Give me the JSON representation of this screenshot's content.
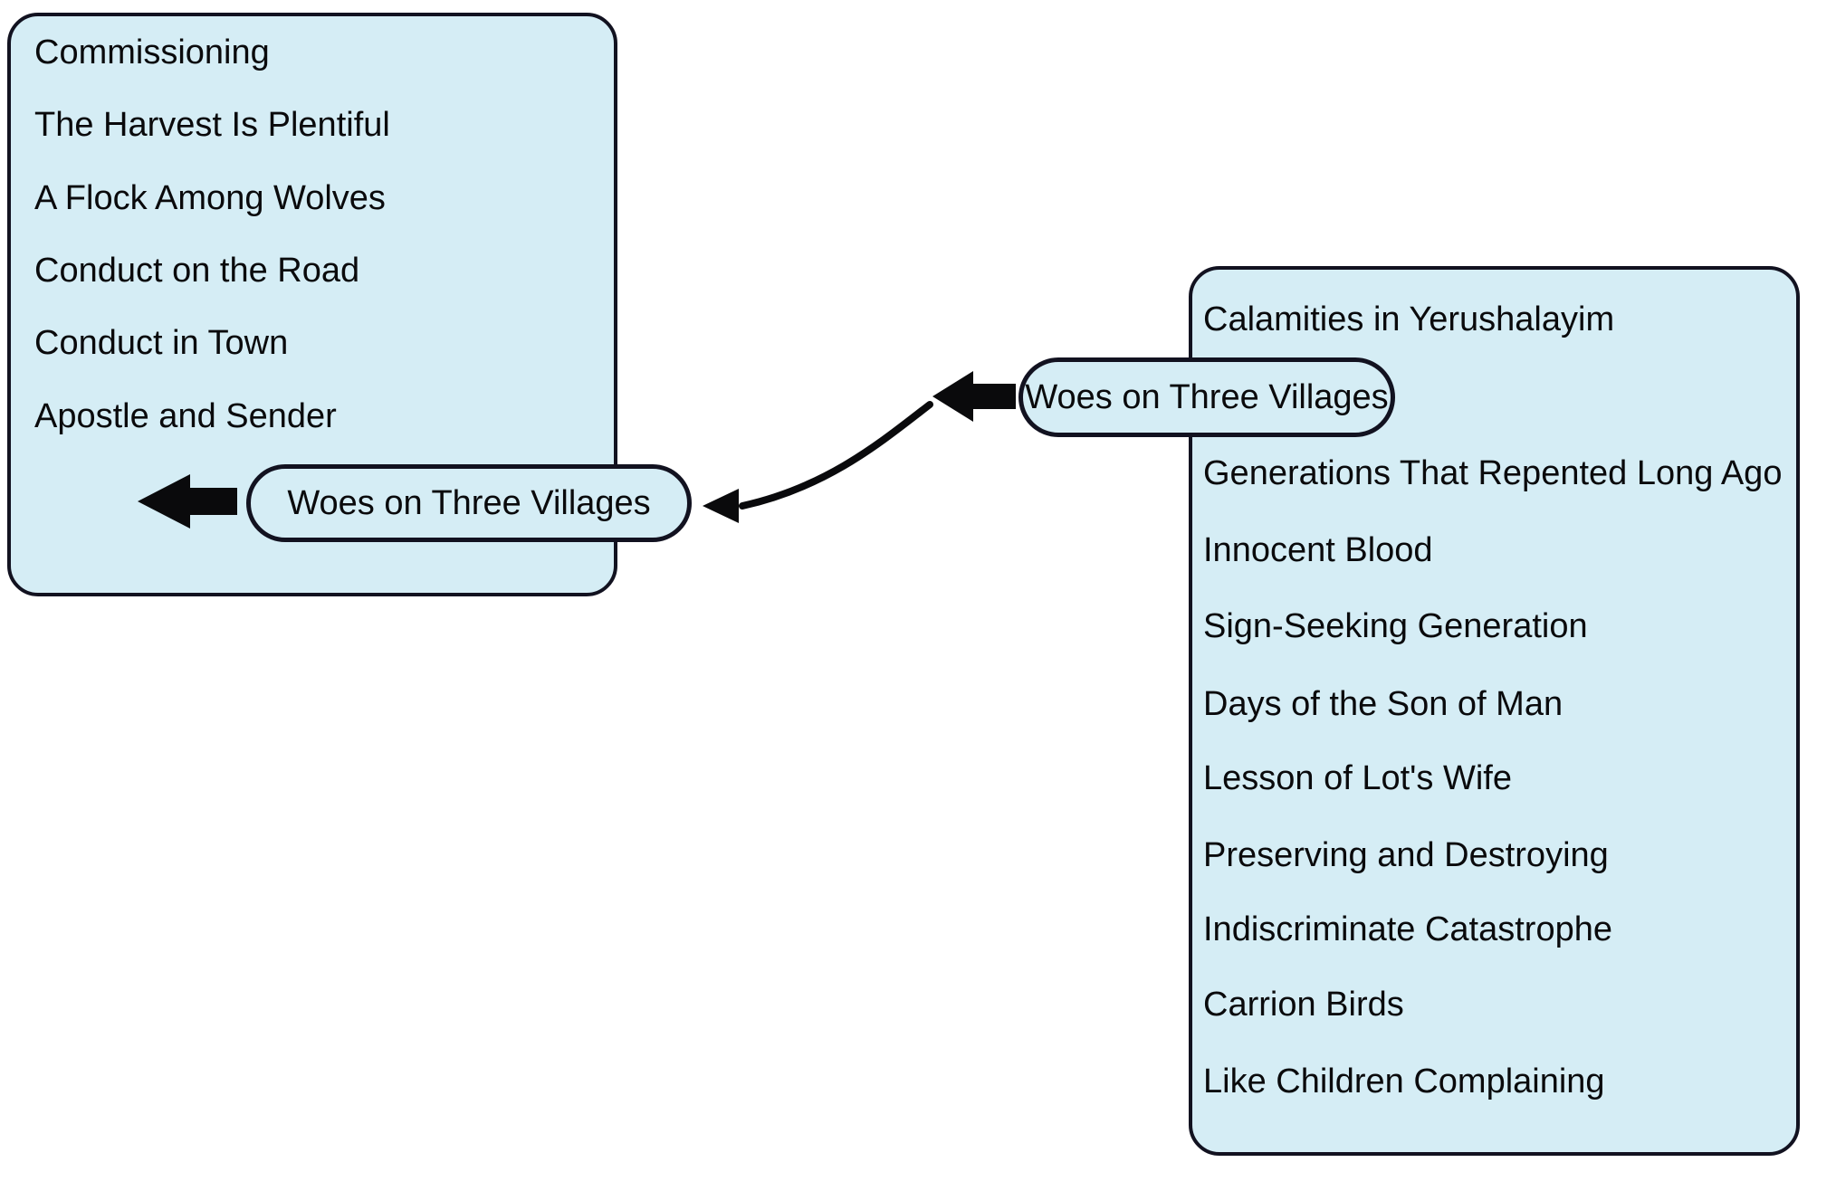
{
  "colors": {
    "box_fill": "#d5edf5",
    "box_border": "#121220",
    "text": "#0a0a0c",
    "arrow": "#0a0a0c",
    "background": "#ffffff"
  },
  "left_box": {
    "items": [
      "Commissioning",
      "The Harvest Is Plentiful",
      "A Flock Among Wolves",
      "Conduct on the Road",
      "Conduct in Town",
      "Apostle and Sender"
    ],
    "pill_label": "Woes on Three Villages"
  },
  "right_box": {
    "items": [
      "Calamities in Yerushalayim",
      "Generations That Repented Long Ago",
      "Innocent Blood",
      "Sign-Seeking Generation",
      "Days of the Son of Man",
      "Lesson of Lot's Wife",
      "Preserving and Destroying",
      "Indiscriminate Catastrophe",
      "Carrion Birds",
      "Like Children Complaining"
    ],
    "pill_label": "Woes on Three Villages"
  },
  "icons": {
    "left_box_arrow": "thick-arrow-left",
    "right_pill_arrow": "thick-arrow-left",
    "connector": "curved-arrow-left"
  }
}
